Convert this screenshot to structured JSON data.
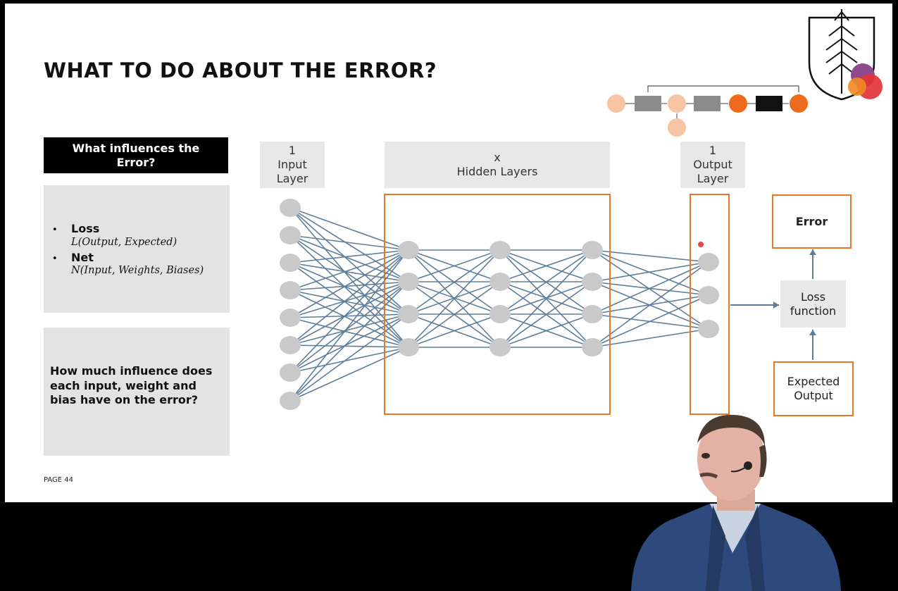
{
  "slide": {
    "title": "WHAT TO DO ABOUT THE ERROR?",
    "page_label": "PAGE 44"
  },
  "left_panel": {
    "header": [
      "What influences the",
      "Error?"
    ],
    "factors": [
      {
        "label": "Loss",
        "formula": "L(Output, Expected)"
      },
      {
        "label": "Net",
        "formula": "N(Input, Weights, Biases)"
      }
    ],
    "question": "How much influence does each input, weight and bias have on the error?"
  },
  "network": {
    "input_label": [
      "1",
      "Input",
      "Layer"
    ],
    "hidden_label": [
      "x",
      "Hidden Layers"
    ],
    "output_label": [
      "1",
      "Output",
      "Layer"
    ],
    "layer_sizes": [
      8,
      4,
      4,
      4,
      3
    ],
    "node_color": "#c9c9c9",
    "edge_color": "#5f7d99",
    "highlight_color": "#e8762c"
  },
  "side_boxes": {
    "error": "Error",
    "loss_function": [
      "Loss",
      "function"
    ],
    "expected_output": [
      "Expected",
      "Output"
    ]
  },
  "process_bar": {
    "steps": [
      {
        "kind": "circle",
        "color": "#f7c4a4"
      },
      {
        "kind": "rect",
        "color": "#8c8c8c"
      },
      {
        "kind": "circle",
        "color": "#f7c4a4"
      },
      {
        "kind": "rect",
        "color": "#8c8c8c"
      },
      {
        "kind": "circle",
        "color": "#ee6b1e"
      },
      {
        "kind": "rect",
        "color": "#111111"
      },
      {
        "kind": "circle",
        "color": "#ee6b1e"
      }
    ]
  }
}
